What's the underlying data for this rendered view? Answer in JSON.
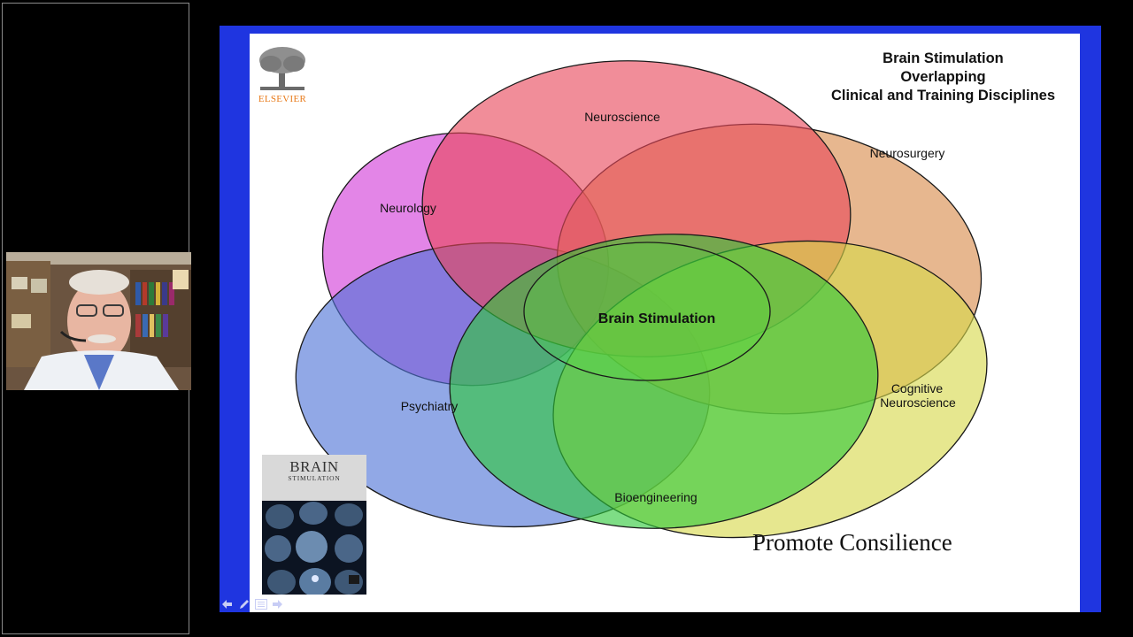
{
  "slide": {
    "title_lines": [
      "Brain Stimulation",
      "Overlapping",
      "Clinical and Training Disciplines"
    ],
    "logo_text": "ELSEVIER",
    "tagline": "Promote Consilience",
    "venn": {
      "center_label": "Brain Stimulation",
      "labels": {
        "neuroscience": "Neuroscience",
        "neurosurgery": "Neurosurgery",
        "neurology": "Neurology",
        "psychiatry": "Psychiatry",
        "bioengineering": "Bioengineering",
        "cognitive_line1": "Cognitive",
        "cognitive_line2": "Neuroscience"
      },
      "colors": {
        "neurology": "#d23ad8",
        "neuroscience": "#e8475a",
        "neurosurgery": "#d98a4a",
        "psychiatry": "#4d73d6",
        "cognitive": "#d6d84a",
        "bioengineering": "#2fc83a",
        "center": "#4fe03a"
      }
    },
    "journal_cover": {
      "title": "BRAIN",
      "subtitle": "STIMULATION"
    }
  },
  "nav": {
    "back_icon": "arrow-left-icon",
    "pen_icon": "pen-icon",
    "menu_icon": "menu-icon",
    "forward_icon": "arrow-right-icon"
  }
}
